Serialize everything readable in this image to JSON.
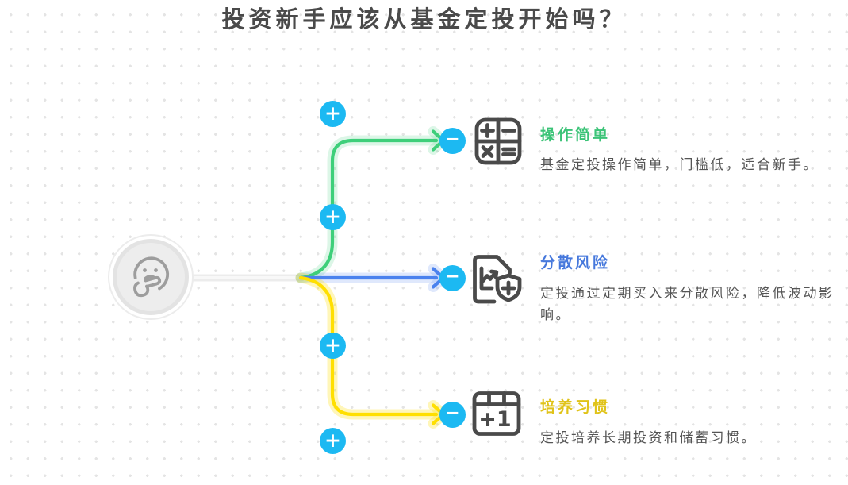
{
  "title": "投资新手应该从基金定投开始吗？",
  "center": {
    "icon": "thinking-face"
  },
  "branches": [
    {
      "title": "操作简单",
      "description": "基金定投操作简单，门槛低，适合新手。",
      "title_color": "#3bc377",
      "line_color": "#3ecf7a",
      "icon": "calculator"
    },
    {
      "title": "分散风险",
      "description": "定投通过定期买入来分散风险，降低波动影响。",
      "title_color": "#4678dc",
      "line_color": "#4b82ee",
      "icon": "chart-document-shield"
    },
    {
      "title": "培养习惯",
      "description": "定投培养长期投资和储蓄习惯。",
      "title_color": "#e0c319",
      "line_color": "#ffdf00",
      "icon": "calendar-plus-one"
    }
  ],
  "connector_buttons": {
    "add": "+",
    "remove": "−"
  },
  "calendar_icon_label": "+1",
  "colors": {
    "button_blue": "#1cb9f2",
    "title_text": "#4a4a4a",
    "body_text": "#555555",
    "node_gray": "#9d9d9d",
    "trunk_gray": "#ececec",
    "background_dots": "#e4e4e4"
  }
}
